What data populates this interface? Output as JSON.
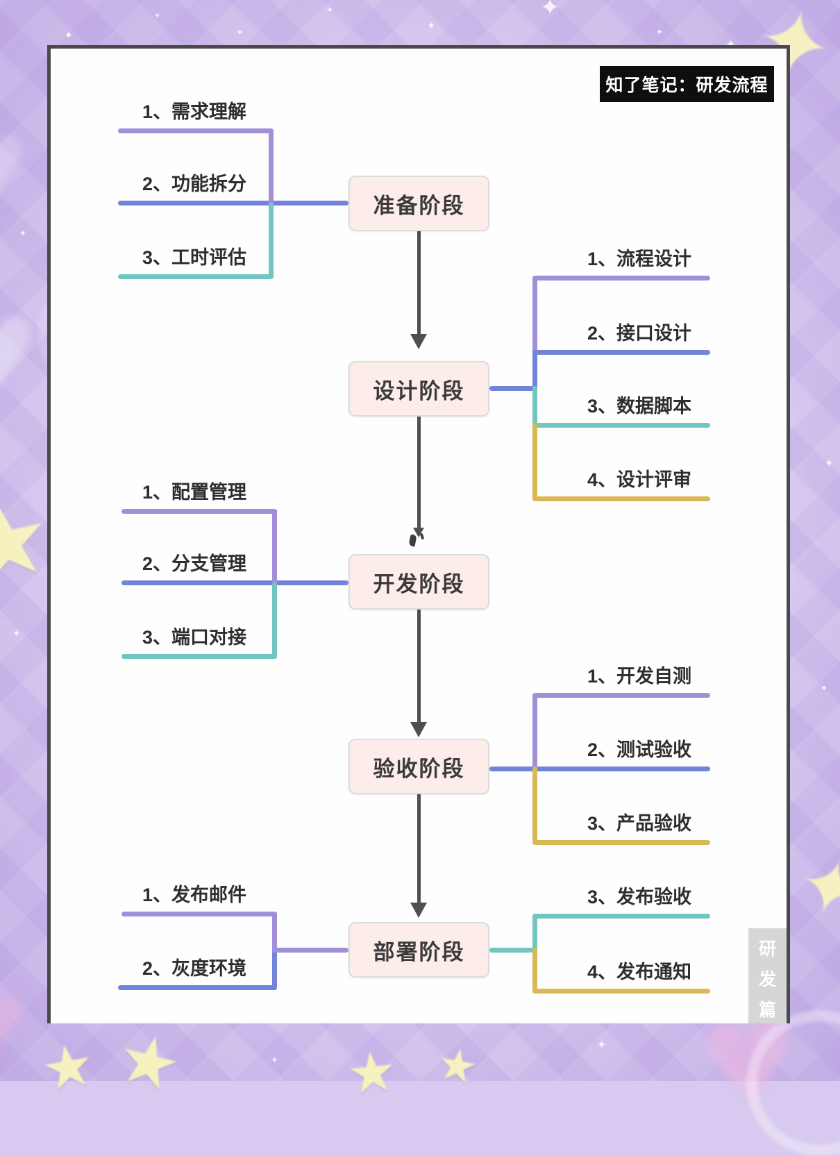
{
  "page": {
    "badge": "知了笔记：研发流程",
    "side_tag": {
      "chars": [
        "研",
        "发",
        "篇"
      ]
    }
  },
  "colors": {
    "branch_purple": "#a18fd8",
    "branch_blue": "#7284da",
    "branch_teal": "#72c6c2",
    "branch_yellow": "#d9b954",
    "arrow_gray": "#4f4f51",
    "stage_fill": "#fcedeb",
    "stage_border": "#dcdcdc",
    "stage_text": "#3b3a3a",
    "card_bg": "#fefefe",
    "card_border": "#4a4a4c",
    "badge_bg": "#0e0e0e",
    "badge_text": "#ffffff",
    "background_lavender": "#d7c9ef",
    "side_tag_bg": "#d6d6d6"
  },
  "stages": [
    {
      "label": "准备阶段",
      "branches": [
        {
          "label": "1、需求理解",
          "color": "purple",
          "side": "left"
        },
        {
          "label": "2、功能拆分",
          "color": "blue",
          "side": "left"
        },
        {
          "label": "3、工时评估",
          "color": "teal",
          "side": "left"
        }
      ]
    },
    {
      "label": "设计阶段",
      "branches": [
        {
          "label": "1、流程设计",
          "color": "purple",
          "side": "right"
        },
        {
          "label": "2、接口设计",
          "color": "blue",
          "side": "right"
        },
        {
          "label": "3、数据脚本",
          "color": "teal",
          "side": "right"
        },
        {
          "label": "4、设计评审",
          "color": "yellow",
          "side": "right"
        }
      ]
    },
    {
      "label": "开发阶段",
      "branches": [
        {
          "label": "1、配置管理",
          "color": "purple",
          "side": "left"
        },
        {
          "label": "2、分支管理",
          "color": "blue",
          "side": "left"
        },
        {
          "label": "3、端口对接",
          "color": "teal",
          "side": "left"
        }
      ]
    },
    {
      "label": "验收阶段",
      "branches": [
        {
          "label": "1、开发自测",
          "color": "purple",
          "side": "right"
        },
        {
          "label": "2、测试验收",
          "color": "blue",
          "side": "right"
        },
        {
          "label": "3、产品验收",
          "color": "yellow",
          "side": "right"
        }
      ]
    },
    {
      "label": "部署阶段",
      "branches": [
        {
          "label": "1、发布邮件",
          "color": "purple",
          "side": "left"
        },
        {
          "label": "2、灰度环境",
          "color": "blue",
          "side": "left"
        },
        {
          "label": "3、发布验收",
          "color": "teal",
          "side": "right"
        },
        {
          "label": "4、发布通知",
          "color": "yellow",
          "side": "right"
        }
      ]
    }
  ]
}
